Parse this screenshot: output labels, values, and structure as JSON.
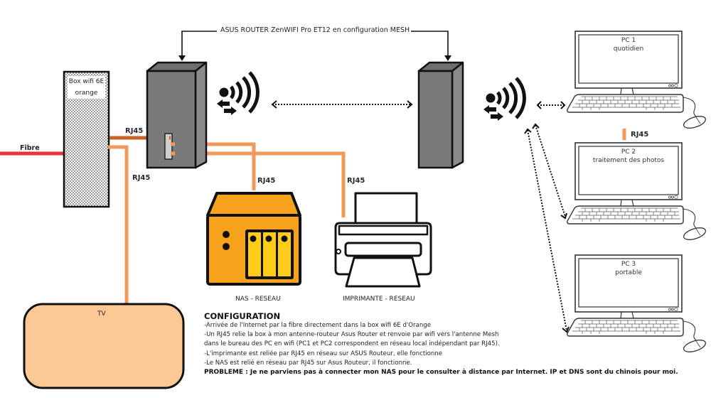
{
  "title_label": "ASUS ROUTER ZenWIFI Pro ET12 en configuration MESH",
  "fibre_label": "Fibre",
  "box": {
    "line1": "Box wifi 6E",
    "line2": "orange"
  },
  "cable_labels": {
    "box_to_router": "RJ45",
    "box_to_tv": "RJ45",
    "router_to_nas": "RJ45",
    "router_to_printer": "RJ45",
    "pc1_to_pc2": "RJ45"
  },
  "devices": {
    "nas": "NAS - RESEAU",
    "printer": "IMPRIMANTE - RESEAU",
    "tv": "TV"
  },
  "pcs": [
    {
      "name": "PC 1",
      "desc": "quotidien"
    },
    {
      "name": "PC 2",
      "desc": "traitement des photos"
    },
    {
      "name": "PC 3",
      "desc": "portable"
    }
  ],
  "icons": [
    "wifi-signal-icon",
    "wifi-signal-icon",
    "nas-icon",
    "printer-icon",
    "desktop-computer-icon"
  ],
  "config": {
    "heading": "CONFIGURATION",
    "lines": [
      "-Arrivée de l'Internet par la fibre directement dans la box wifi 6E d'Orange",
      "-Un RJ45 relie la box à mon antenne-routeur Asus Router et renvoie par wifi vers l'antenne Mesh",
      "dans le bureau des PC en wifi (PC1 et PC2 correspondent en réseau local indépendant par RJ45).",
      "-L'imprimante est reliée par RJ45 en réseau sur ASUS Routeur, elle fonctionne",
      "-Le NAS est relié en réseau par RJ45 sur Asus Routeur, il fonctionne."
    ],
    "problem": "PROBLEME : Je ne parviens pas à connecter mon NAS pour le consulter à distance par Internet. IP et DNS sont du chinois pour moi."
  },
  "colors": {
    "fibre": "#e8323c",
    "cable": "#f0995a",
    "cable_dark": "#c8642a",
    "router": "#7a7a7a",
    "nas": "#f7a21b",
    "nas_drive": "#ffcc1a",
    "tv": "#fcc895"
  }
}
